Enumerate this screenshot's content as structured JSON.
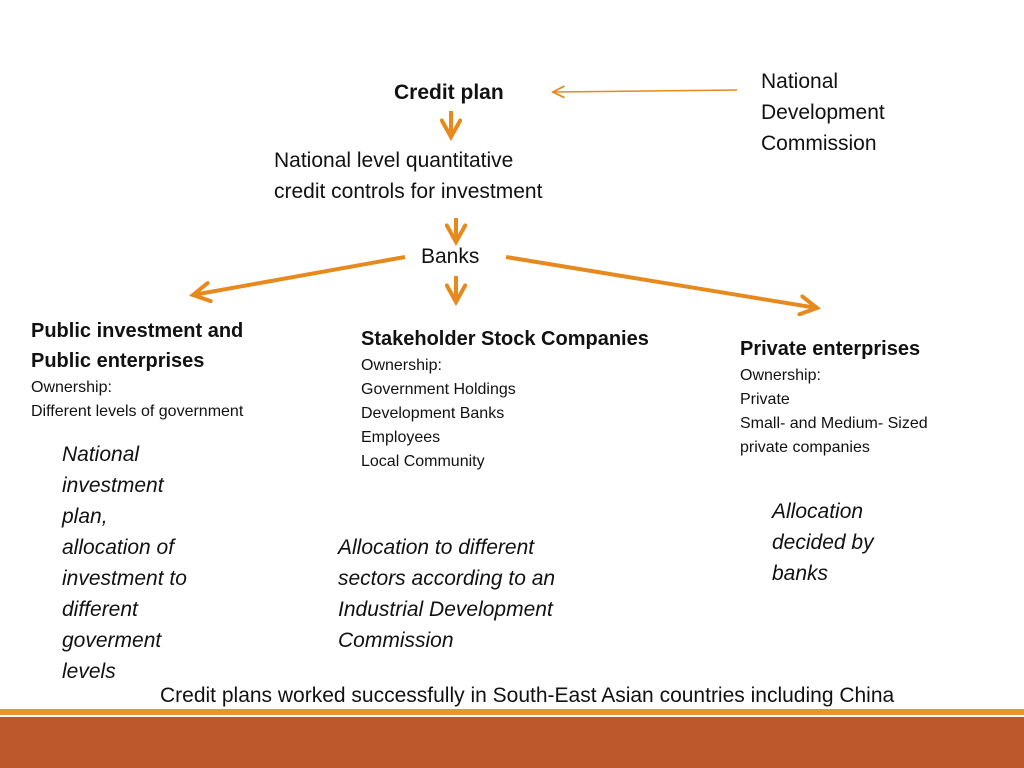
{
  "diagram": {
    "credit_plan": "Credit plan",
    "source": [
      "National",
      "Development",
      "Commission"
    ],
    "controls": [
      "National level quantitative",
      "credit controls for investment"
    ],
    "banks": "Banks",
    "branches": [
      {
        "title": [
          "Public investment and",
          "Public enterprises"
        ],
        "ownership_label": "Ownership:",
        "ownership": [
          "Different levels of government"
        ],
        "note": [
          "National",
          "investment",
          "plan,",
          "allocation of",
          "investment to",
          "different",
          "goverment",
          "levels"
        ]
      },
      {
        "title": [
          "Stakeholder Stock Companies"
        ],
        "ownership_label": "Ownership:",
        "ownership": [
          "Government Holdings",
          "Development Banks",
          "Employees",
          "Local Community"
        ],
        "note": [
          "Allocation to different",
          "sectors according to an",
          "Industrial Development",
          "Commission"
        ]
      },
      {
        "title": [
          "Private enterprises"
        ],
        "ownership_label": "Ownership:",
        "ownership": [
          "Private",
          "Small- and Medium- Sized",
          "private companies"
        ],
        "note": [
          "Allocation",
          "decided by",
          "banks"
        ]
      }
    ],
    "footer": "Credit plans worked successfully in South-East Asian countries including China"
  },
  "colors": {
    "arrow": "#E68A1E",
    "bar_main": "#BD582C",
    "bar_thin": "#E8952A"
  }
}
